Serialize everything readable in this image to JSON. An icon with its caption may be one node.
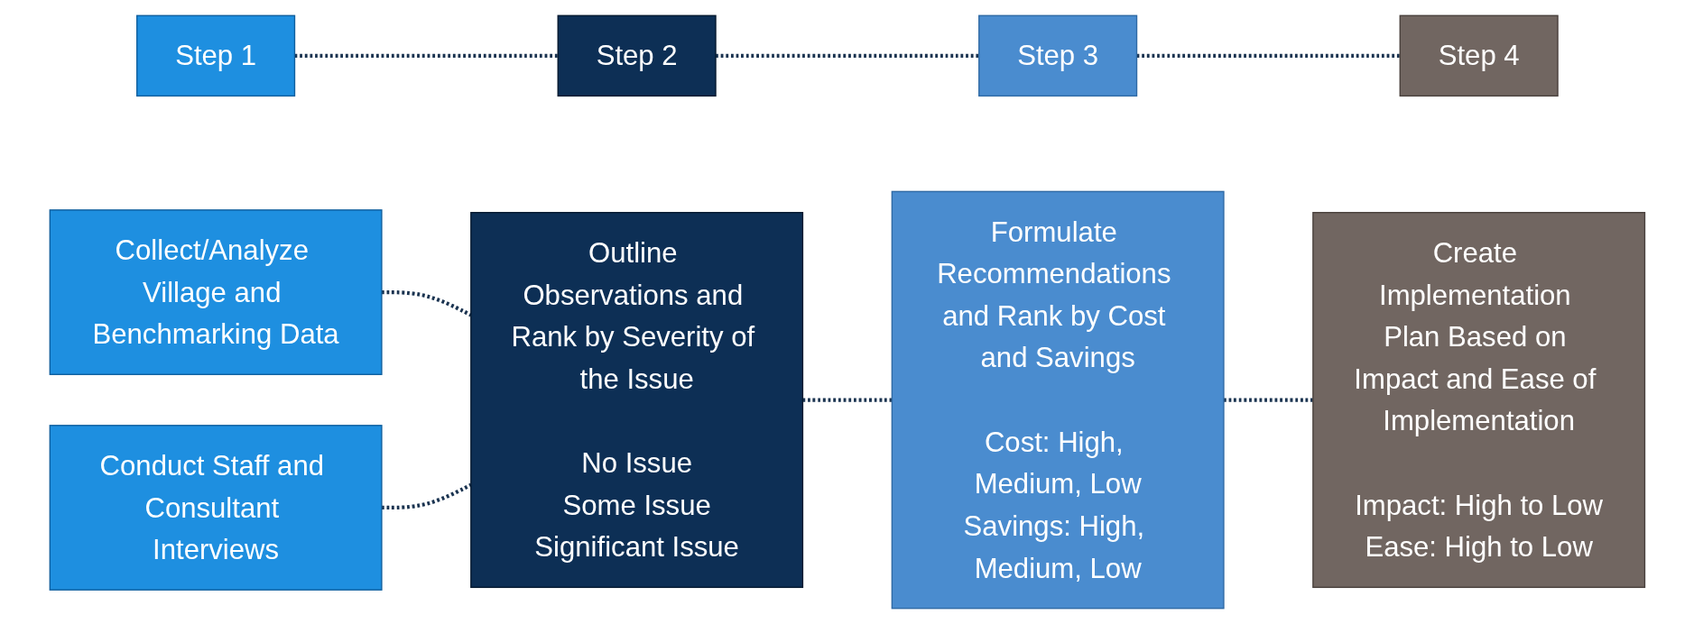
{
  "diagram": {
    "nodes": [
      {
        "text": [
          "Step 1"
        ]
      },
      {
        "text": [
          "Step 2"
        ]
      },
      {
        "text": [
          "Step 3"
        ]
      },
      {
        "text": [
          "Step 4"
        ]
      },
      {
        "text": [
          "Collect/Analyze Village and Benchmarking Data"
        ]
      },
      {
        "text": [
          "Conduct Staff and Consultant Interviews"
        ]
      },
      {
        "text": [
          "Outline Observations and Rank by Severity of the Issue",
          "No Issue",
          "Some Issue",
          "Significant Issue"
        ]
      },
      {
        "text": [
          "Formulate Recommendations and Rank by Cost and Savings",
          "Cost: High, Medium, Low",
          "Savings: High, Medium, Low"
        ]
      },
      {
        "text": [
          "Create Implementation Plan Based on Impact and Ease of Implementation",
          "Impact: High to Low",
          "Ease: High to Low"
        ]
      }
    ],
    "edges": [
      {
        "from": 0,
        "to": 1,
        "arrow": "none",
        "style": "dashed"
      },
      {
        "from": 1,
        "to": 2,
        "arrow": "none",
        "style": "dashed"
      },
      {
        "from": 2,
        "to": 3,
        "arrow": "none",
        "style": "dashed"
      },
      {
        "from": 4,
        "to": 6,
        "arrow": "none",
        "style": "dashed"
      },
      {
        "from": 5,
        "to": 6,
        "arrow": "none",
        "style": "dashed"
      },
      {
        "from": 6,
        "to": 7,
        "arrow": "none",
        "style": "dashed"
      },
      {
        "from": 7,
        "to": 8,
        "arrow": "none",
        "style": "dashed"
      }
    ]
  }
}
